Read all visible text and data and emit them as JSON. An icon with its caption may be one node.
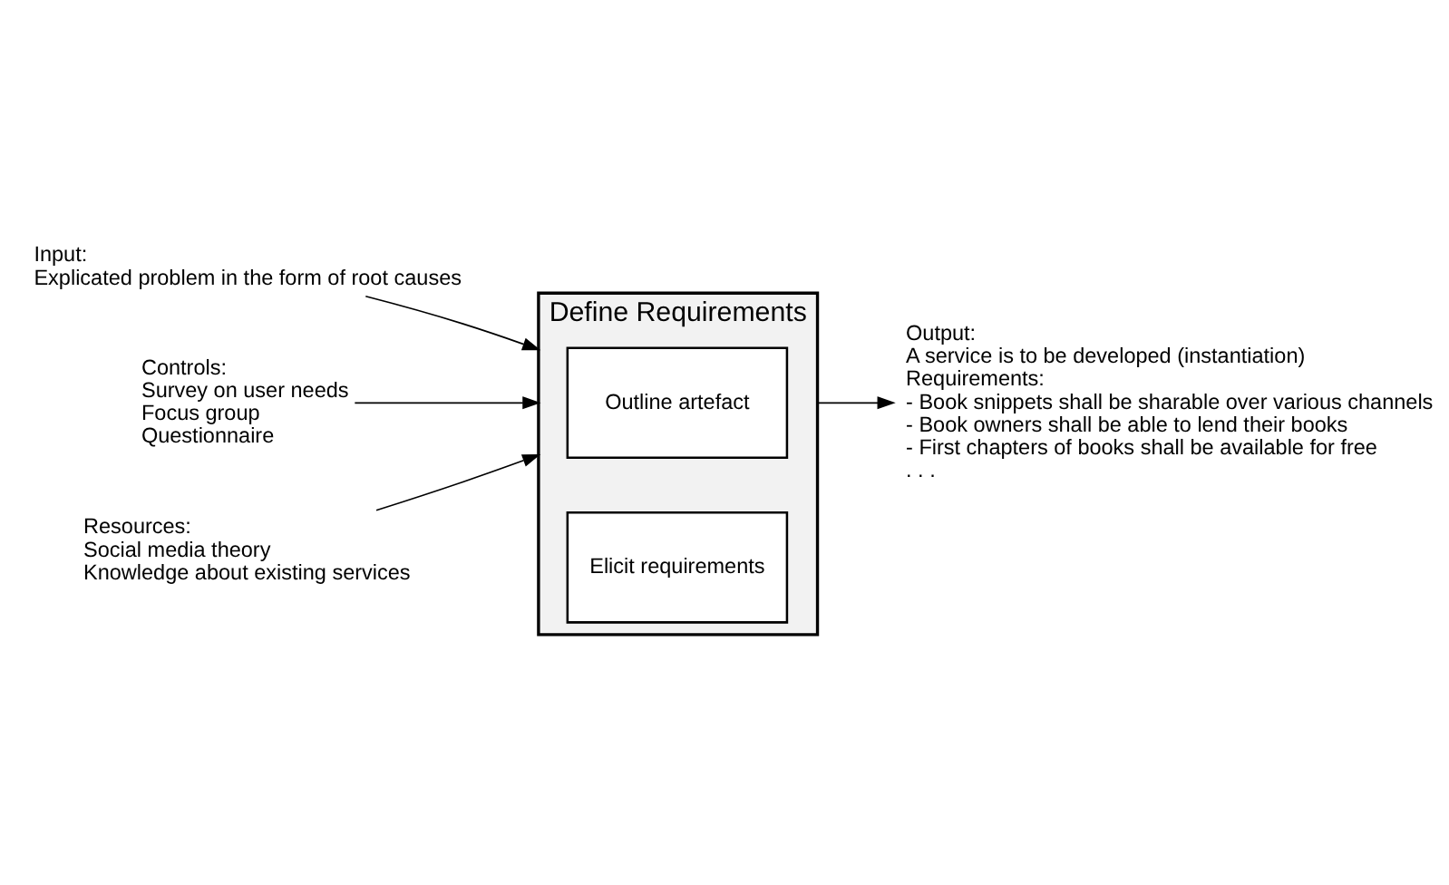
{
  "diagram": {
    "nodes": [
      {
        "text": [
          "Define Requirements"
        ]
      },
      {
        "text": [
          "Outline artefact"
        ],
        "in": 0
      },
      {
        "text": [
          "Elicit requirements"
        ],
        "in": 0
      },
      {
        "text": [
          "Input:",
          "Explicated problem in the form of root causes"
        ]
      },
      {
        "text": [
          "Controls:",
          "Survey on user needs",
          "Focus group",
          "Questionnaire"
        ]
      },
      {
        "text": [
          "Resources:",
          "Social media theory",
          "Knowledge about existing services"
        ]
      },
      {
        "text": [
          "Output:",
          "A service is to be developed (instantiation)",
          "Requirements:",
          "- Book snippets shall be sharable over various channels",
          "- Book owners shall be able to lend their books",
          "- First chapters of books shall be available for free",
          ". . ."
        ]
      }
    ],
    "edges": [
      {
        "from": 3,
        "to": 0,
        "arrow": "to"
      },
      {
        "from": 4,
        "to": 0,
        "arrow": "to"
      },
      {
        "from": 5,
        "to": 0,
        "arrow": "to"
      },
      {
        "from": 0,
        "to": 6,
        "arrow": "to"
      }
    ]
  }
}
